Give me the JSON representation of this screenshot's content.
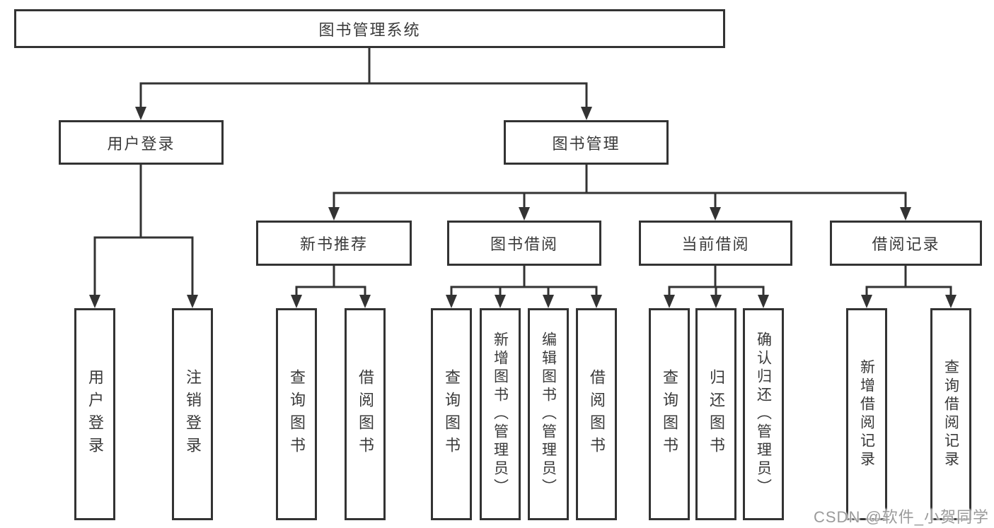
{
  "colors": {
    "line": "#333333",
    "text": "#3a3a3a",
    "box_fill": "#ffffff",
    "background": "#ffffff",
    "watermark": "#9b9b9b"
  },
  "tree": {
    "root": "图书管理系统",
    "level2": [
      {
        "name": "用户登录",
        "children": [
          "用户登录",
          "注销登录"
        ]
      },
      {
        "name": "图书管理",
        "sections": [
          {
            "name": "新书推荐",
            "children": [
              "查询图书",
              "借阅图书"
            ]
          },
          {
            "name": "图书借阅",
            "children": [
              "查询图书",
              "新增图书（管理员）",
              "编辑图书（管理员）",
              "借阅图书"
            ]
          },
          {
            "name": "当前借阅",
            "children": [
              "查询图书",
              "归还图书",
              "确认归还（管理员）"
            ]
          },
          {
            "name": "借阅记录",
            "children": [
              "新增借阅记录",
              "查询借阅记录"
            ]
          }
        ]
      }
    ]
  },
  "watermark": {
    "text": "CSDN @软件_小贺同学"
  }
}
